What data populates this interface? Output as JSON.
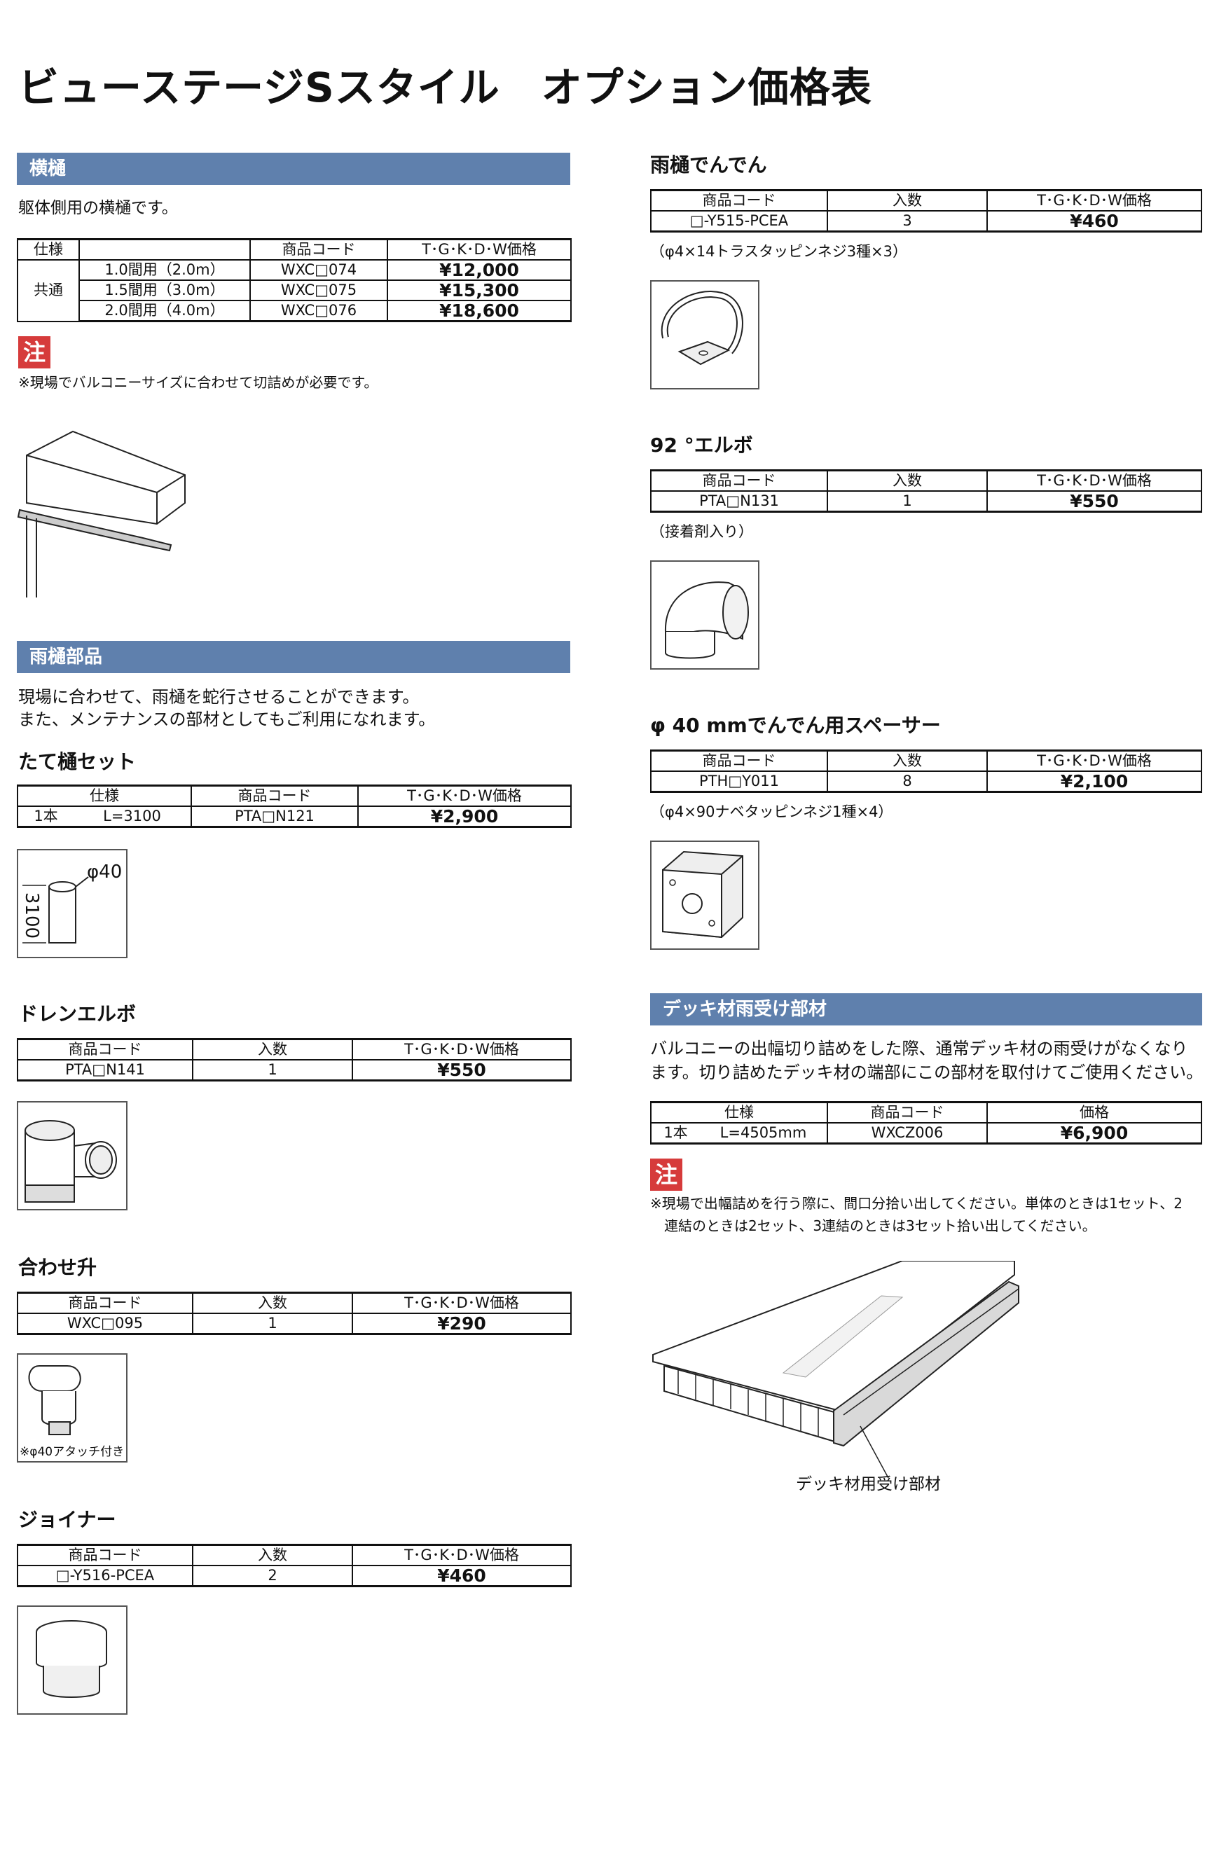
{
  "title": "ビューステージSスタイル　オプション価格表",
  "sections": {
    "yoko": {
      "header": "横樋",
      "desc": "躯体側用の横樋です。",
      "th": [
        "仕様",
        "商品コード",
        "T･G･K･D･W価格"
      ],
      "group_label": "共通",
      "rows": [
        {
          "spec": "1.0間用（2.0m）",
          "code": "WXC□074",
          "price": "¥12,000"
        },
        {
          "spec": "1.5間用（3.0m）",
          "code": "WXC□075",
          "price": "¥15,300"
        },
        {
          "spec": "2.0間用（4.0m）",
          "code": "WXC□076",
          "price": "¥18,600"
        }
      ],
      "note_mark": "注",
      "note": "※現場でバルコニーサイズに合わせて切詰めが必要です。"
    },
    "amadoi": {
      "header": "雨樋部品",
      "desc1": "現場に合わせて、雨樋を蛇行させることができます。",
      "desc2": "また、メンテナンスの部材としてもご利用になれます。"
    },
    "tate": {
      "title": "たて樋セット",
      "th": [
        "仕様",
        "商品コード",
        "T･G･K･D･W価格"
      ],
      "qty": "1本",
      "spec": "L=3100",
      "code": "PTA□N121",
      "price": "¥2,900",
      "dim_dia": "φ40",
      "dim_len": "3100"
    },
    "drain": {
      "title": "ドレンエルボ",
      "th": [
        "商品コード",
        "入数",
        "T･G･K･D･W価格"
      ],
      "code": "PTA□N141",
      "qty": "1",
      "price": "¥550"
    },
    "awase": {
      "title": "合わせ升",
      "th": [
        "商品コード",
        "入数",
        "T･G･K･D･W価格"
      ],
      "code": "WXC□095",
      "qty": "1",
      "price": "¥290",
      "img_caption": "※φ40アタッチ付き"
    },
    "joiner": {
      "title": "ジョイナー",
      "th": [
        "商品コード",
        "入数",
        "T･G･K･D･W価格"
      ],
      "code": "□-Y516-PCEA",
      "qty": "2",
      "price": "¥460"
    },
    "dendon": {
      "title": "雨樋でんでん",
      "th": [
        "商品コード",
        "入数",
        "T･G･K･D･W価格"
      ],
      "code": "□-Y515-PCEA",
      "qty": "3",
      "price": "¥460",
      "note": "（φ4×14トラスタッピンネジ3種×3）"
    },
    "elbow92": {
      "title": "92 °エルボ",
      "th": [
        "商品コード",
        "入数",
        "T･G･K･D･W価格"
      ],
      "code": "PTA□N131",
      "qty": "1",
      "price": "¥550",
      "note": "（接着剤入り）"
    },
    "spacer": {
      "title": "φ 40 mmでんでん用スペーサー",
      "th": [
        "商品コード",
        "入数",
        "T･G･K･D･W価格"
      ],
      "code": "PTH□Y011",
      "qty": "8",
      "price": "¥2,100",
      "note": "（φ4×90ナベタッピンネジ1種×4）"
    },
    "deck": {
      "header": "デッキ材雨受け部材",
      "desc1": "バルコニーの出幅切り詰めをした際、通常デッキ材の雨受けがなくなり",
      "desc2": "ます。切り詰めたデッキ材の端部にこの部材を取付けてご使用ください。",
      "th": [
        "仕様",
        "商品コード",
        "価格"
      ],
      "qty": "1本",
      "spec": "L=4505mm",
      "code": "WXCZ006",
      "price": "¥6,900",
      "note_mark": "注",
      "note1": "※現場で出幅詰めを行う際に、間口分拾い出してください。単体のときは1セット、2",
      "note2": "連結のときは2セット、3連結のときは3セット拾い出してください。",
      "callout": "デッキ材用受け部材"
    }
  }
}
